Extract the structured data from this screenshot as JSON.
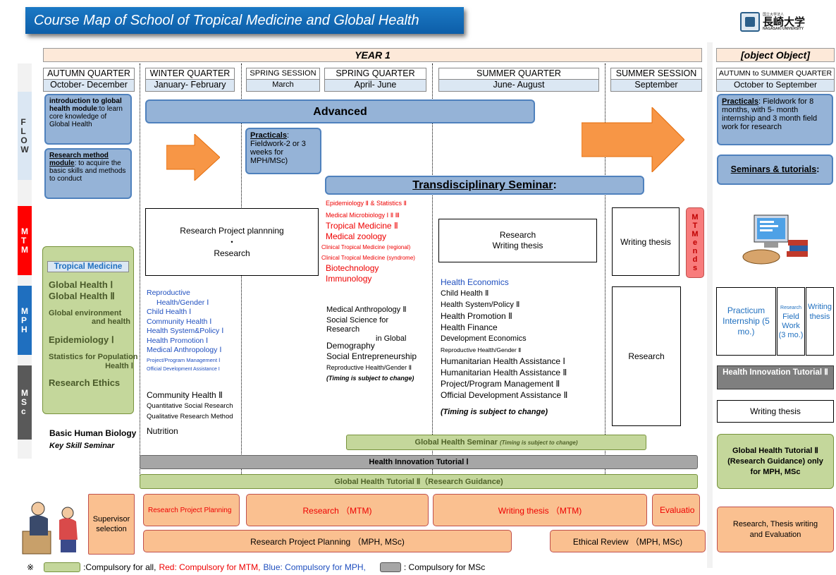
{
  "title": "Course Map of School of Tropical Medicine and Global Health",
  "logo": {
    "small": "国立大学法人",
    "jp": "長崎大学",
    "en": "NAGASAKI UNIVERSITY"
  },
  "year1": "YEAR 1",
  "year2": {
    "practicum": "Practicum Internship (5 mo.)",
    "research_small": "Research",
    "field": "Field Work (3 mo.)",
    "writing_small": "Writing thesis",
    "hit": "Health Innovation Tutorial Ⅱ",
    "writing": "Writing thesis",
    "ght": "Global Health Tutorial Ⅱ (Research Guidance) only for MPH, MSc",
    "eval": "Research, Thesis writing and Evaluation"
  },
  "quarters": [
    {
      "name": "AUTUMN QUARTER",
      "period": "October- December"
    },
    {
      "name": "WINTER QUARTER",
      "period": "January- February"
    },
    {
      "name": "SPRING SESSION",
      "period": "March"
    },
    {
      "name": "SPRING QUARTER",
      "period": "April- June"
    },
    {
      "name": "SUMMER QUARTER",
      "period": "June- August"
    },
    {
      "name": "SUMMER SESSION",
      "period": "September"
    },
    {
      "name": "AUTUMN to SUMMER QUARTER",
      "period": "October to September"
    }
  ],
  "sidebar": {
    "flow": "FLOW",
    "mtm": "MTM",
    "mph": "MPH",
    "msc": "MSc"
  },
  "flow": {
    "intro_title": "introduction to global health module",
    "intro_text": ":to learn core knowledge of Global Health",
    "research_title": "Research method module",
    "research_text": ": to acquire the basic skills and methods to conduct",
    "advanced": "Advanced",
    "practicals_title": "Practicals",
    "practicals_text": ": Fieldwork-2 or 3 weeks for MPH/MSc)",
    "transdisciplinary": "Transdisciplinary Seminar",
    "transdisciplinary_suffix": ":",
    "y2_practicals_title": "Practicals",
    "y2_practicals_text": ": Fieldwork for 8 months, with 5- month internship and 3 month field work for research",
    "y2_seminars": "Seminars & tutorials",
    "y2_seminars_suffix": ":"
  },
  "autumn": {
    "header": "Tropical Medicine",
    "items": [
      "Global Health Ⅰ",
      "Global Health Ⅱ",
      "Global environment",
      "and health",
      "Epidemiology Ⅰ",
      "Statistics for Population",
      "Health Ⅰ",
      "Research Ethics"
    ],
    "after": [
      "Basic Human Biology",
      "Key Skill Seminar"
    ]
  },
  "winter": {
    "research_box": [
      "Research Project plannning",
      "・",
      "Research"
    ],
    "items": [
      "Reproductive",
      "Health/Gender Ⅰ",
      "Child Health Ⅰ",
      "Community Health Ⅰ",
      "Health System&Policy Ⅰ",
      "Health Promotion Ⅰ",
      "Medical Anthropology Ⅰ",
      "Project/Program Management Ⅰ",
      "Official Development Assistance Ⅰ"
    ],
    "black": [
      "Community Health Ⅱ",
      "Quantitative Social Research",
      "Qualitative Research Method",
      "Nutrition"
    ]
  },
  "spring": {
    "red": [
      "Epidemiology Ⅱ & Statistics Ⅱ",
      "Medical Microbiology Ⅰ Ⅱ Ⅲ",
      "Tropical Medicine Ⅱ",
      "Medical zoology",
      "Clinical Tropical Medicine (regional)",
      "Clinical Tropical Medicine (syndrome)",
      "Biotechnology",
      "Immunology"
    ],
    "black": [
      "Medical Anthropology Ⅱ",
      "Social Science for",
      "Research",
      "in Global",
      "Demography",
      "Social Entrepreneurship",
      "Reproductive Health/Gender Ⅱ",
      "(Timing is subject to change)"
    ]
  },
  "summer": {
    "box": [
      "Research",
      "Writing thesis"
    ],
    "blue": "Health Economics",
    "items": [
      "Child Health Ⅱ",
      "Health System/Policy Ⅱ",
      "Health Promotion Ⅱ",
      "Health Finance",
      "Development Economics",
      "Reproductive Health/Gender Ⅱ",
      "Humanitarian Health Assistance Ⅰ",
      "Humanitarian Health Assistance Ⅱ",
      "Project/Program Management Ⅱ",
      "Official Development Assistance Ⅱ",
      "(Timing is subject to change)"
    ]
  },
  "session": {
    "writing": "Writing thesis",
    "mtm_ends": "MTM ends",
    "research": "Research"
  },
  "bars": {
    "ghs": "Global Health Seminar",
    "ghs_note": "(Timing is subject to change)",
    "hit1": "Health Innovation Tutorial Ⅰ",
    "ght2": "Global Health Tutorial Ⅱ（Research Guidance)"
  },
  "bottom": {
    "supervisor": "Supervisor selection",
    "rpp": "Research Project Planning",
    "research_mtm": "Research （MTM)",
    "writing_mtm": "Writing thesis （MTM)",
    "evaluation": "Evaluatio",
    "rpp_mph": "Research Project Planning （MPH, MSc)",
    "ethical": "Ethical Review （MPH, MSc)"
  },
  "legend": {
    "mark": "※",
    "compulsory_all": ":Compulsory for all,",
    "red": "Red: Compulsory for MTM,",
    "blue": "Blue: Compulsory for MPH,",
    "msc": ": Compulsory for MSc"
  },
  "colors": {
    "title": "#1b79c5",
    "mtm": "#ff0000",
    "mph": "#1f6fbf",
    "msc": "#595959",
    "flow": "#dbe7f3",
    "green": "#c4d79b",
    "peach": "#fac090",
    "arrow": "#f79646"
  }
}
